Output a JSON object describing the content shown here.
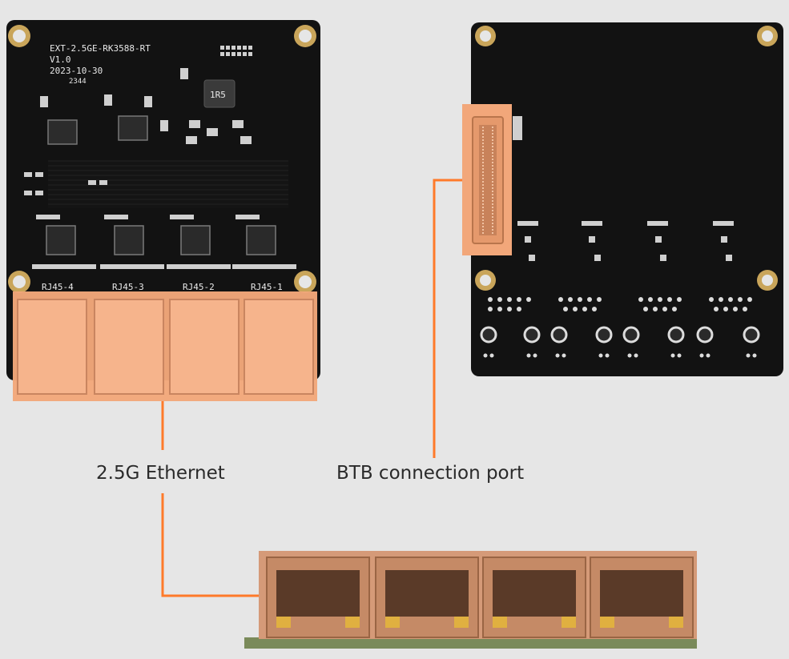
{
  "board_front": {
    "silkscreen": {
      "model": "EXT-2.5GE-RK3588-RT",
      "version": "V1.0",
      "date": "2023-10-30",
      "code": "2344",
      "inductor": "1R5"
    },
    "ports": [
      {
        "label": "RJ45-4"
      },
      {
        "label": "RJ45-3"
      },
      {
        "label": "RJ45-2"
      },
      {
        "label": "RJ45-1"
      }
    ]
  },
  "callouts": {
    "ethernet": "2.5G Ethernet",
    "btb": "BTB connection port"
  },
  "colors": {
    "background": "#e6e6e6",
    "pcb": "#121212",
    "highlight": "#f2a77a",
    "leader_line": "#ff7a2a"
  }
}
